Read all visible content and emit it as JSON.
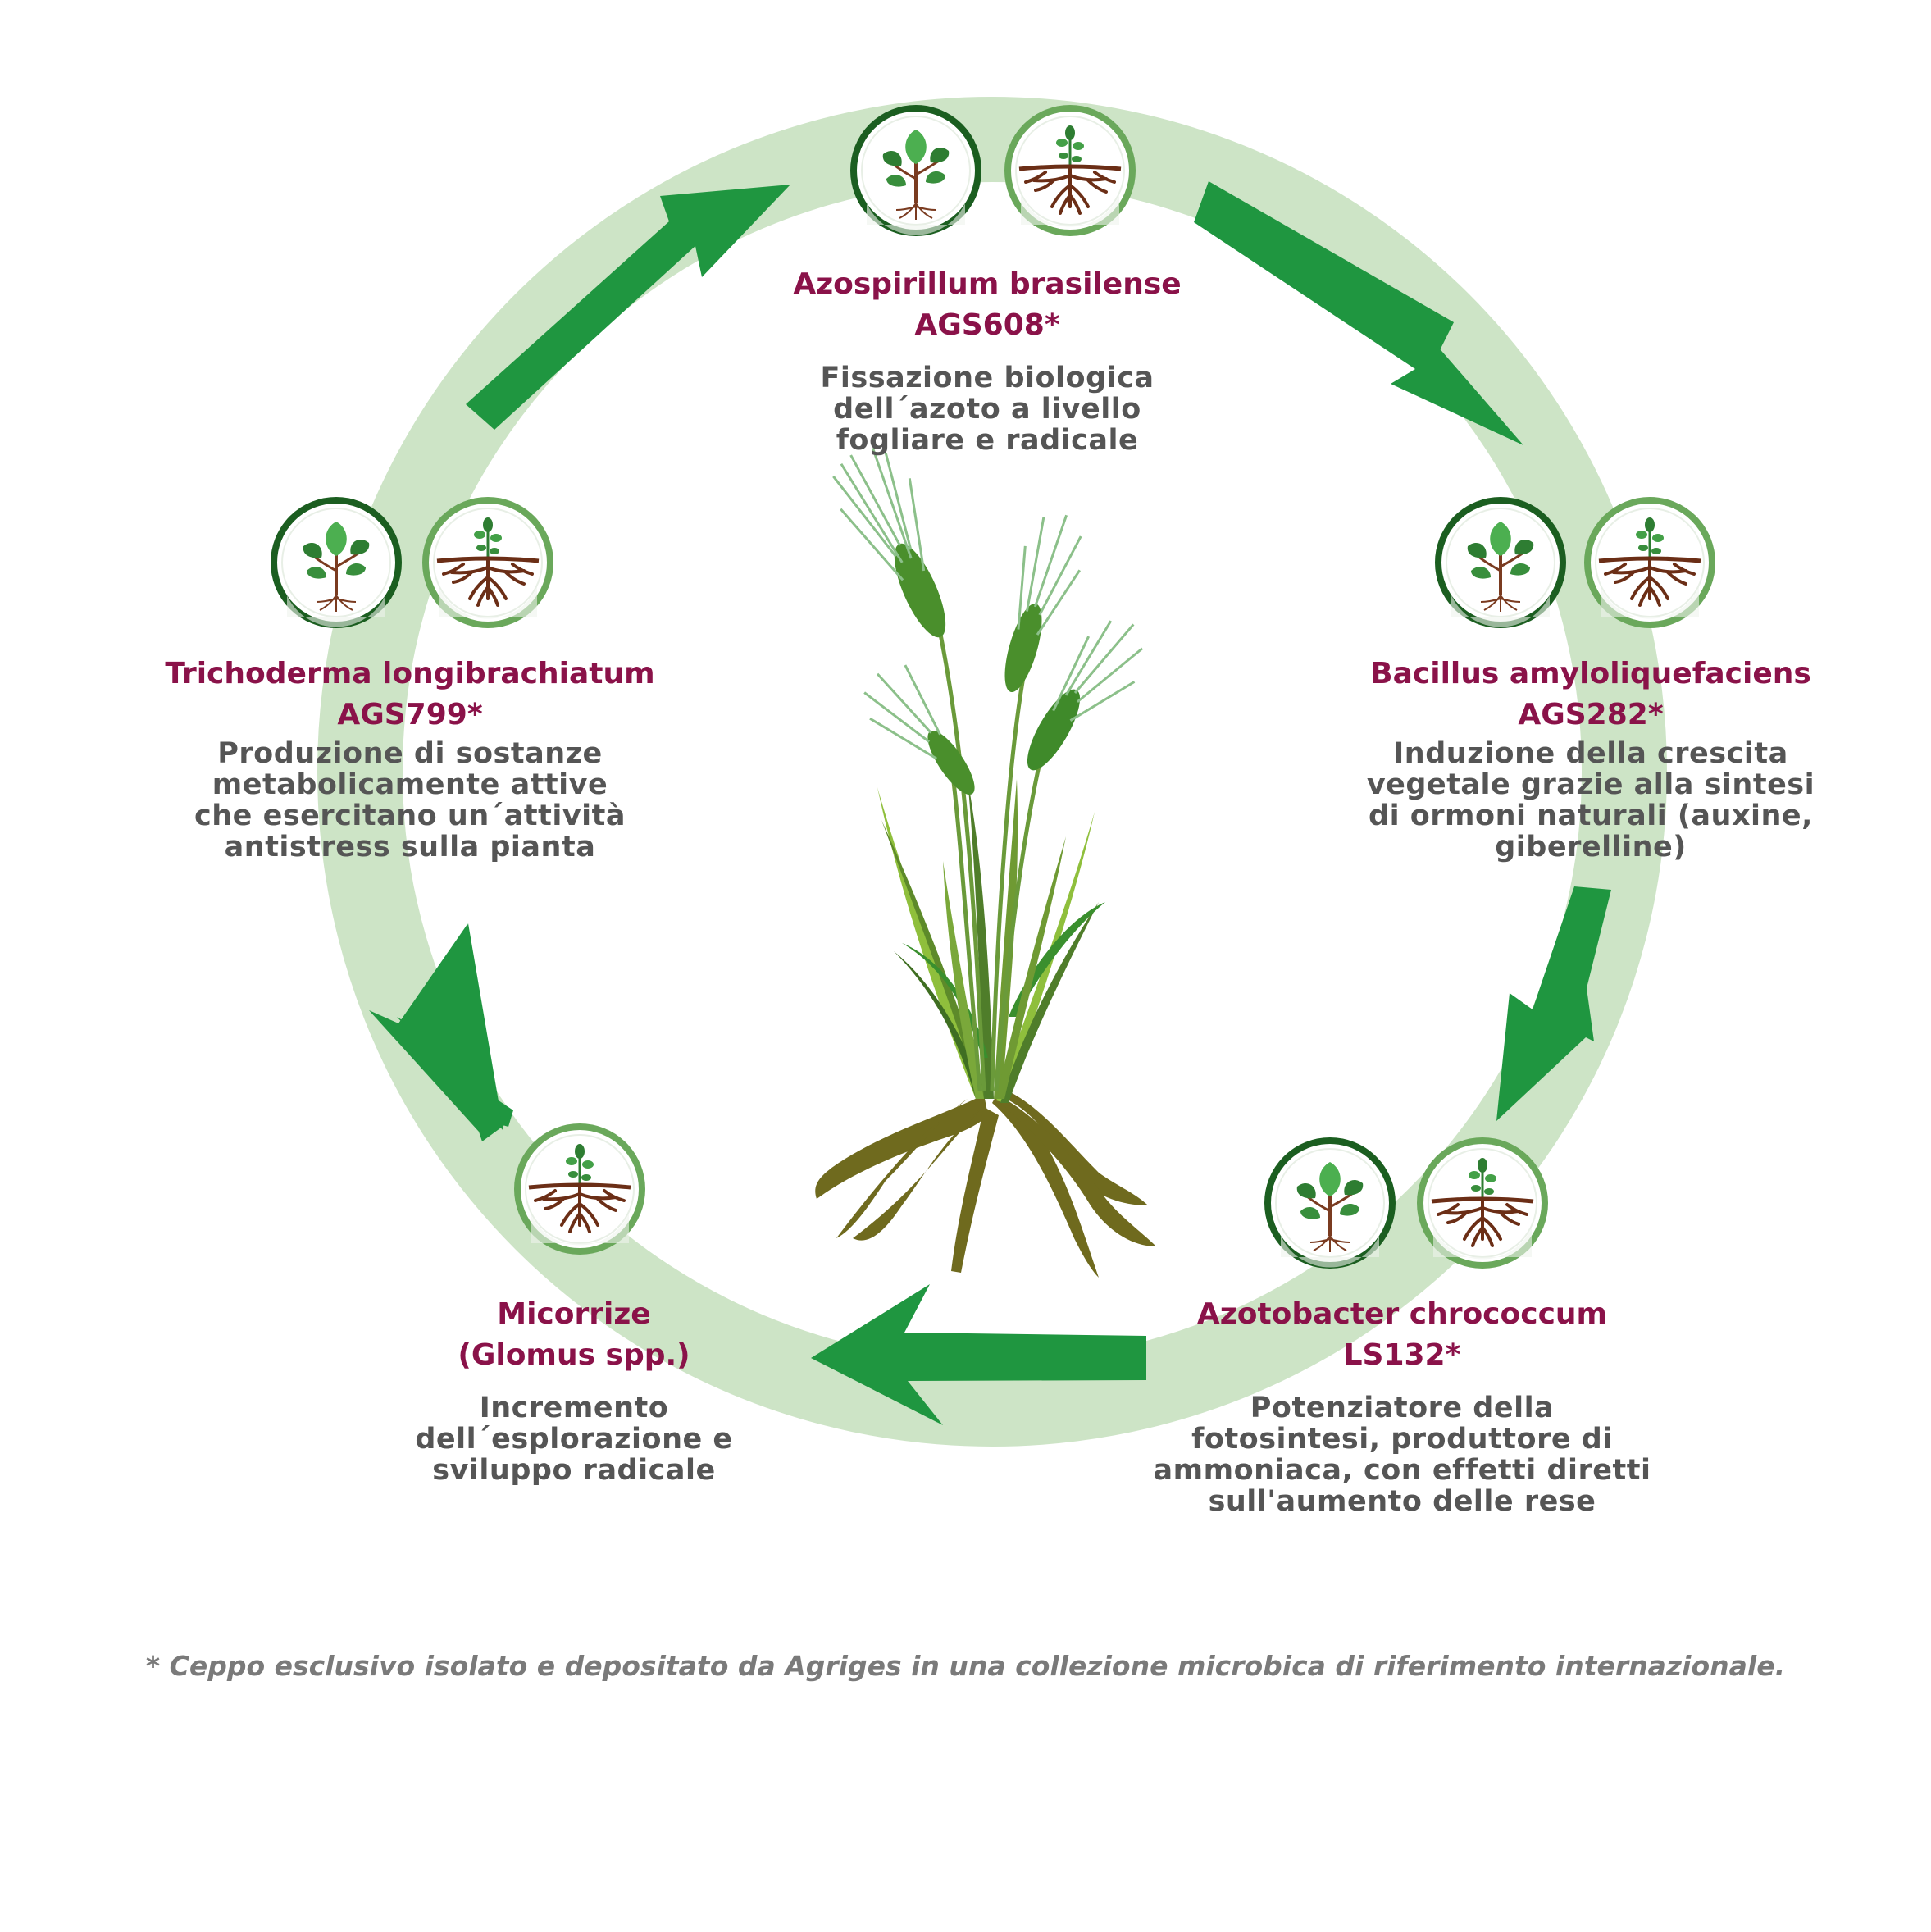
{
  "colors": {
    "ring": "#cde4c6",
    "arrow": "#1f9640",
    "title": "#8a1249",
    "description": "#555555",
    "footnote": "#7a7a7a",
    "icon_dark_ring": "#1b5e20",
    "icon_light_ring": "#6aa85b"
  },
  "icons": {
    "leaf_plant": "plant-leaves-icon",
    "root_plant": "plant-roots-icon"
  },
  "nodes": [
    {
      "id": "azospirillum",
      "title_lines": [
        "Azospirillum brasilense",
        "AGS608*"
      ],
      "desc_lines": [
        "Fissazione biologica",
        "dell´azoto a livello",
        "fogliare e radicale"
      ],
      "icons": [
        "plant-leaves-icon",
        "plant-roots-icon"
      ]
    },
    {
      "id": "bacillus",
      "title_lines": [
        "Bacillus amyloliquefaciens",
        "AGS282*"
      ],
      "desc_lines": [
        "Induzione della crescita",
        "vegetale grazie alla sintesi",
        "di ormoni naturali (auxine,",
        "giberelline)"
      ],
      "icons": [
        "plant-leaves-icon",
        "plant-roots-icon"
      ]
    },
    {
      "id": "azotobacter",
      "title_lines": [
        "Azotobacter chrococcum",
        "LS132*"
      ],
      "desc_lines": [
        "Potenziatore della",
        "fotosintesi, produttore di",
        "ammoniaca, con effetti diretti",
        "sull'aumento delle rese"
      ],
      "icons": [
        "plant-leaves-icon",
        "plant-roots-icon"
      ]
    },
    {
      "id": "micorrize",
      "title_lines": [
        "Micorrize",
        "(Glomus spp.)"
      ],
      "desc_lines": [
        "Incremento",
        "dell´esplorazione e",
        "sviluppo radicale"
      ],
      "icons": [
        "plant-roots-icon"
      ]
    },
    {
      "id": "trichoderma",
      "title_lines": [
        "Trichoderma longibrachiatum",
        "AGS799*"
      ],
      "desc_lines": [
        "Produzione di sostanze",
        "metabolicamente attive",
        "che esercitano un´attività",
        "antistress sulla pianta"
      ],
      "icons": [
        "plant-leaves-icon",
        "plant-roots-icon"
      ]
    }
  ],
  "footnote": "* Ceppo esclusivo isolato e depositato da Agriges in una collezione microbica di riferimento internazionale."
}
